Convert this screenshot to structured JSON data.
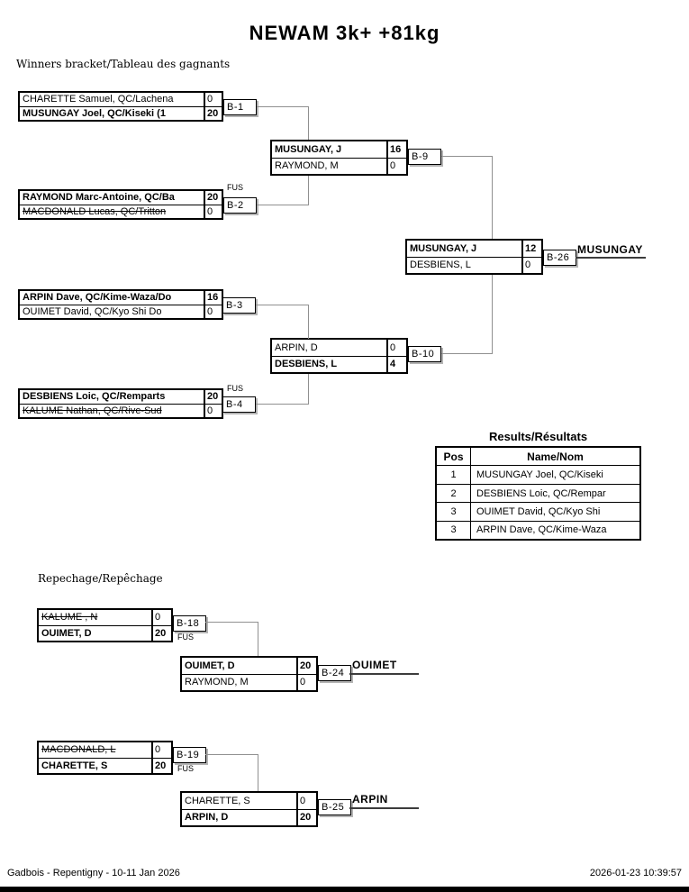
{
  "title": "NEWAM 3k+ +81kg",
  "winners_section_label": "Winners bracket/Tableau des gagnants",
  "repechage_section_label": "Repechage/Repêchage",
  "fus_label": "FUS",
  "bracket": {
    "b1": {
      "label": "B-1",
      "players": [
        {
          "name": "CHARETTE Samuel, QC/Lachena",
          "score": "0"
        },
        {
          "name": "MUSUNGAY Joel, QC/Kiseki (1",
          "score": "20"
        }
      ]
    },
    "b2": {
      "label": "B-2",
      "players": [
        {
          "name": "RAYMOND Marc-Antoine, QC/Ba",
          "score": "20"
        },
        {
          "name": "MACDONALD Lucas, QC/Tritton",
          "score": "0"
        }
      ]
    },
    "b3": {
      "label": "B-3",
      "players": [
        {
          "name": "ARPIN Dave, QC/Kime-Waza/Do",
          "score": "16"
        },
        {
          "name": "OUIMET David, QC/Kyo Shi Do",
          "score": "0"
        }
      ]
    },
    "b4": {
      "label": "B-4",
      "players": [
        {
          "name": "DESBIENS Loic, QC/Remparts",
          "score": "20"
        },
        {
          "name": "KALUME Nathan, QC/Rive-Sud",
          "score": "0"
        }
      ]
    },
    "b9": {
      "label": "B-9",
      "players": [
        {
          "name": "MUSUNGAY, J",
          "score": "16"
        },
        {
          "name": "RAYMOND, M",
          "score": "0"
        }
      ]
    },
    "b10": {
      "label": "B-10",
      "players": [
        {
          "name": "ARPIN, D",
          "score": "0"
        },
        {
          "name": "DESBIENS, L",
          "score": "4"
        }
      ]
    },
    "b26": {
      "label": "B-26",
      "winner": "MUSUNGAY",
      "players": [
        {
          "name": "MUSUNGAY, J",
          "score": "12"
        },
        {
          "name": "DESBIENS, L",
          "score": "0"
        }
      ]
    },
    "b18": {
      "label": "B-18",
      "players": [
        {
          "name": "KALUME , N",
          "score": "0"
        },
        {
          "name": "OUIMET, D",
          "score": "20"
        }
      ]
    },
    "b24": {
      "label": "B-24",
      "winner": "OUIMET",
      "players": [
        {
          "name": "OUIMET, D",
          "score": "20"
        },
        {
          "name": "RAYMOND, M",
          "score": "0"
        }
      ]
    },
    "b19": {
      "label": "B-19",
      "players": [
        {
          "name": "MACDONALD, L",
          "score": "0"
        },
        {
          "name": "CHARETTE, S",
          "score": "20"
        }
      ]
    },
    "b25": {
      "label": "B-25",
      "winner": "ARPIN",
      "players": [
        {
          "name": "CHARETTE, S",
          "score": "0"
        },
        {
          "name": "ARPIN, D",
          "score": "20"
        }
      ]
    }
  },
  "results": {
    "title": "Results/Résultats",
    "headers": {
      "pos": "Pos",
      "name": "Name/Nom"
    },
    "rows": [
      {
        "pos": "1",
        "name": "MUSUNGAY Joel, QC/Kiseki"
      },
      {
        "pos": "2",
        "name": "DESBIENS Loic, QC/Rempar"
      },
      {
        "pos": "3",
        "name": "OUIMET David, QC/Kyo Shi"
      },
      {
        "pos": "3",
        "name": "ARPIN Dave, QC/Kime-Waza"
      }
    ]
  },
  "footer": {
    "left": "Gadbois - Repentigny - 10-11 Jan 2026",
    "right": "2026-01-23 10:39:57"
  },
  "colors": {
    "box_border": "#000000",
    "connector_line": "#909090",
    "label_shadow": "#b4b4b4"
  }
}
